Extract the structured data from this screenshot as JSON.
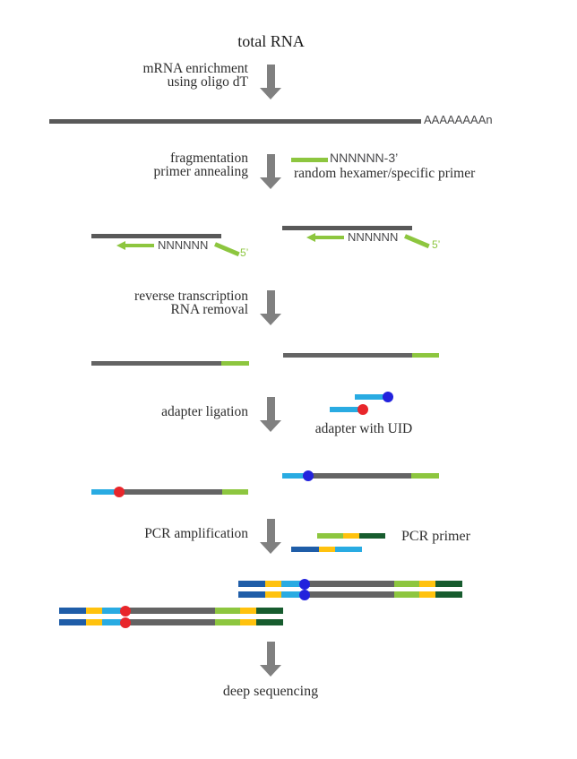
{
  "diagram": {
    "title": "total RNA",
    "steps": [
      {
        "lines": [
          "mRNA enrichment",
          "using oligo dT"
        ]
      },
      {
        "lines": [
          "fragmentation",
          "primer annealing"
        ]
      },
      {
        "lines": [
          "reverse transcription",
          "RNA removal"
        ]
      },
      {
        "lines": [
          "adapter ligation"
        ]
      },
      {
        "lines": [
          "PCR amplification"
        ]
      },
      {
        "lines": [
          "deep sequencing"
        ]
      }
    ],
    "annotations": {
      "polya": "AAAAAAAAn",
      "primer_seq": "NNNNNN-3’",
      "primer_desc": "random hexamer/specific primer",
      "hexamer": "NNNNNN",
      "five_prime": "5’",
      "adapter_caption": "adapter with UID",
      "pcr_primer_caption": "PCR primer"
    },
    "colors": {
      "rna_gray": "#595959",
      "cdna_gray": "#646464",
      "arrow_gray": "#808080",
      "primer_green": "#8DC63F",
      "adapter_cyan": "#29ABE2",
      "uid_red": "#E8262B",
      "uid_blue": "#2222DD",
      "pcr_dark_blue": "#1F5DA8",
      "pcr_yellow": "#FFC20E",
      "pcr_light_green": "#8DC63F",
      "pcr_dark_green": "#175C2E"
    }
  }
}
